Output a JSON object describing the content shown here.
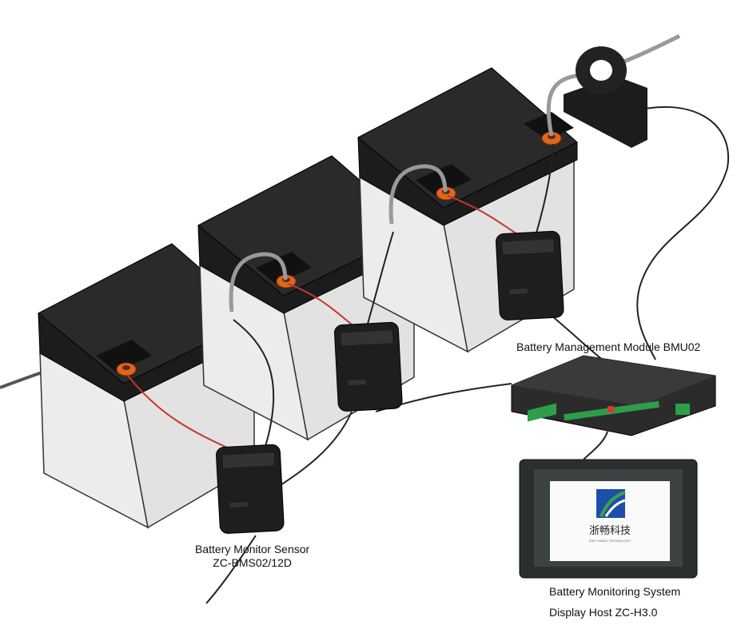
{
  "labels": {
    "bmu": "Battery Management Module BMU02",
    "sensor_line1": "Battery Monitor Sensor",
    "sensor_line2": "ZC-BMS02/12D",
    "display_line1": "Battery Monitoring System",
    "display_line2": "Display Host ZC-H3.0"
  },
  "display_screen": {
    "logo_text": "浙畅科技",
    "logo_subtext": "ZHE CHANG TECHNOLOGY"
  },
  "colors": {
    "battery_top": "#1c1c1c",
    "battery_body": "#ededed",
    "terminal_ring": "#e0661c",
    "positive_wire": "#c0392b",
    "logo_blue": "#1e4fa8",
    "logo_green": "#3aa34a",
    "terminal_block": "#2e9e48"
  }
}
